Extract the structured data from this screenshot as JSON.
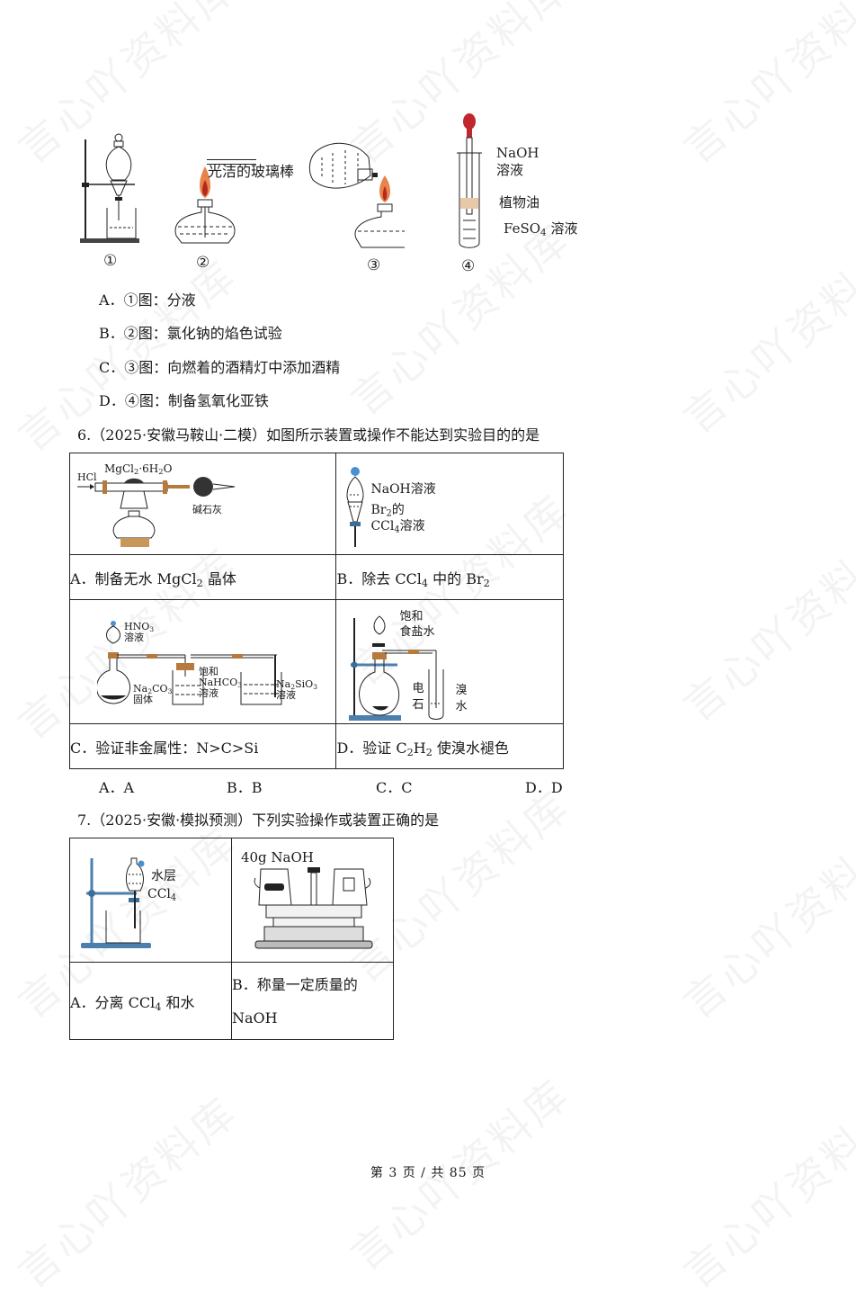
{
  "watermark": "言心吖资料库",
  "q5": {
    "figure_labels": [
      "①",
      "②",
      "③",
      "④"
    ],
    "fig2_callout": "光洁的玻璃棒",
    "fig4_callouts": {
      "naoh_line1": "NaOH",
      "naoh_line2": "溶液",
      "oil": "植物油",
      "feso4_prefix": "FeSO",
      "feso4_sub": "4",
      "feso4_suffix": " 溶液"
    },
    "options": [
      {
        "key": "A．",
        "text": "①图：分液"
      },
      {
        "key": "B．",
        "text": "②图：氯化钠的焰色试验"
      },
      {
        "key": "C．",
        "text": "③图：向燃着的酒精灯中添加酒精"
      },
      {
        "key": "D．",
        "text": "④图：制备氢氧化亚铁"
      }
    ]
  },
  "q6": {
    "title": "6.（2025·安徽马鞍山·二模）如图所示装置或操作不能达到实验目的的是",
    "cells": {
      "A": {
        "labels": {
          "hcl": "HCl",
          "mgcl2": "MgCl",
          "mgcl2_sub": "2",
          "mgcl2_rest": "·6H",
          "h2o_sub": "2",
          "o": "O",
          "sodalime": "碱石灰"
        },
        "caption_pre": "A．制备无水 MgCl",
        "caption_sub": "2",
        "caption_post": " 晶体"
      },
      "B": {
        "labels": {
          "naoh": "NaOH溶液",
          "br2": "Br",
          "br2_sub": "2",
          "br2_post": "的",
          "ccl4": "CCl",
          "ccl4_sub": "4",
          "ccl4_post": "溶液"
        },
        "caption_pre": "B．除去 CCl",
        "caption_sub": "4",
        "caption_mid": " 中的 Br",
        "caption_sub2": "2"
      },
      "C": {
        "labels": {
          "hno3": "HNO",
          "hno3_sub": "3",
          "hno3_l2": "溶液",
          "na2co3": "Na",
          "na2co3_s1": "2",
          "na2co3_m": "CO",
          "na2co3_s2": "3",
          "na2co3_l2": "固体",
          "sat": "饱和",
          "nahco3": "NaHCO",
          "nahco3_sub": "3",
          "nahco3_l2": "溶液",
          "na2sio3": "Na",
          "na2sio3_s1": "2",
          "na2sio3_m": "SiO",
          "na2sio3_s2": "3",
          "na2sio3_l2": "溶液"
        },
        "caption": "C．验证非金属性：N>C>Si"
      },
      "D": {
        "labels": {
          "sat1": "饱和",
          "sat2": "食盐水",
          "carbide1": "电",
          "carbide2": "石",
          "brw1": "溴",
          "brw2": "水"
        },
        "caption_pre": "D．验证 C",
        "caption_sub": "2",
        "caption_mid": "H",
        "caption_sub2": "2",
        "caption_post": " 使溴水褪色"
      }
    },
    "answers": [
      "A．A",
      "B．B",
      "C．C",
      "D．D"
    ]
  },
  "q7": {
    "title": "7.（2025·安徽·模拟预测）下列实验操作或装置正确的是",
    "cells": {
      "A": {
        "labels": {
          "water": "水层",
          "ccl4": "CCl",
          "ccl4_sub": "4"
        },
        "caption_pre": "A．分离 CCl",
        "caption_sub": "4",
        "caption_post": " 和水"
      },
      "B": {
        "labels": {
          "naoh": "40g NaOH"
        },
        "caption_line1": "B．称量一定质量的",
        "caption_line2": "NaOH"
      }
    }
  },
  "footer": {
    "text": "第 3 页 / 共 85 页"
  },
  "colors": {
    "flame_outer": "#e8834a",
    "flame_inner": "#b52a1e",
    "bulb_red": "#c0262d",
    "stand_blue": "#4a7fae",
    "cork": "#b57a3c",
    "oil": "#e8c9a7",
    "block": "#c9975a"
  }
}
